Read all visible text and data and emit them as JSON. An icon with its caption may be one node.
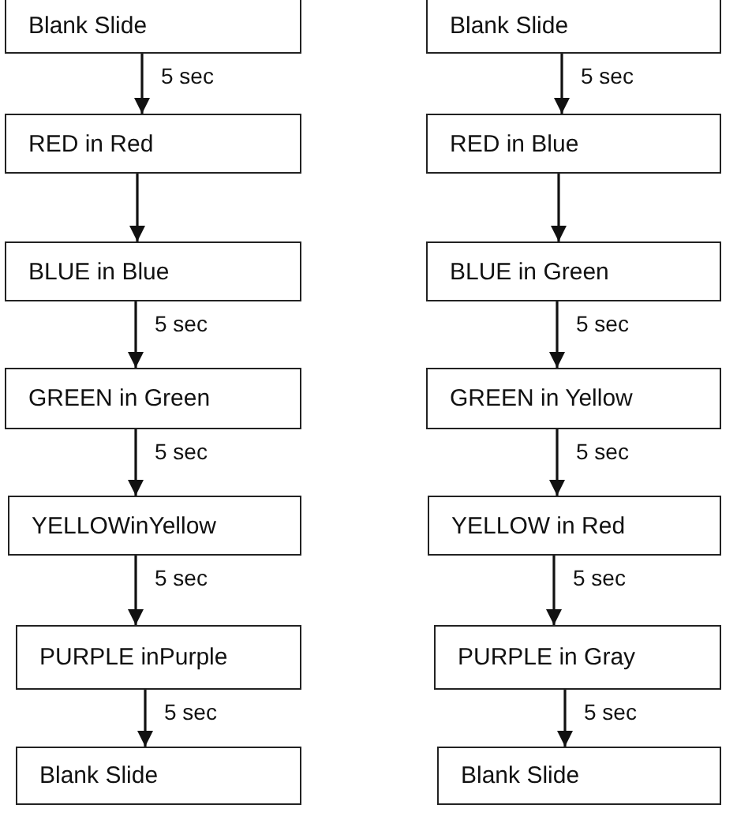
{
  "diagram": {
    "nodes": [
      {
        "text": [
          "Blank Slide"
        ]
      },
      {
        "text": [
          "RED in Red"
        ]
      },
      {
        "text": [
          "BLUE in Blue"
        ]
      },
      {
        "text": [
          "GREEN in Green"
        ]
      },
      {
        "text": [
          "YELLOWinYellow"
        ]
      },
      {
        "text": [
          "PURPLE inPurple"
        ]
      },
      {
        "text": [
          "Blank Slide"
        ]
      },
      {
        "text": [
          "Blank Slide"
        ]
      },
      {
        "text": [
          "RED in Blue"
        ]
      },
      {
        "text": [
          "BLUE in Green"
        ]
      },
      {
        "text": [
          "GREEN in Yellow"
        ]
      },
      {
        "text": [
          "YELLOW in Red"
        ]
      },
      {
        "text": [
          "PURPLE in Gray"
        ]
      },
      {
        "text": [
          "Blank Slide"
        ]
      }
    ],
    "edges": [
      {
        "from": 0,
        "to": 1,
        "arrow": "to",
        "label": "5 sec"
      },
      {
        "from": 1,
        "to": 2,
        "arrow": "to"
      },
      {
        "from": 2,
        "to": 3,
        "arrow": "to",
        "label": "5 sec"
      },
      {
        "from": 3,
        "to": 4,
        "arrow": "to",
        "label": "5 sec"
      },
      {
        "from": 4,
        "to": 5,
        "arrow": "to",
        "label": "5 sec"
      },
      {
        "from": 5,
        "to": 6,
        "arrow": "to",
        "label": "5 sec"
      },
      {
        "from": 7,
        "to": 8,
        "arrow": "to",
        "label": "5 sec"
      },
      {
        "from": 8,
        "to": 9,
        "arrow": "to"
      },
      {
        "from": 9,
        "to": 10,
        "arrow": "to",
        "label": "5 sec"
      },
      {
        "from": 10,
        "to": 11,
        "arrow": "to",
        "label": "5 sec"
      },
      {
        "from": 11,
        "to": 12,
        "arrow": "to",
        "label": "5 sec"
      },
      {
        "from": 12,
        "to": 13,
        "arrow": "to",
        "label": "5 sec"
      }
    ]
  }
}
